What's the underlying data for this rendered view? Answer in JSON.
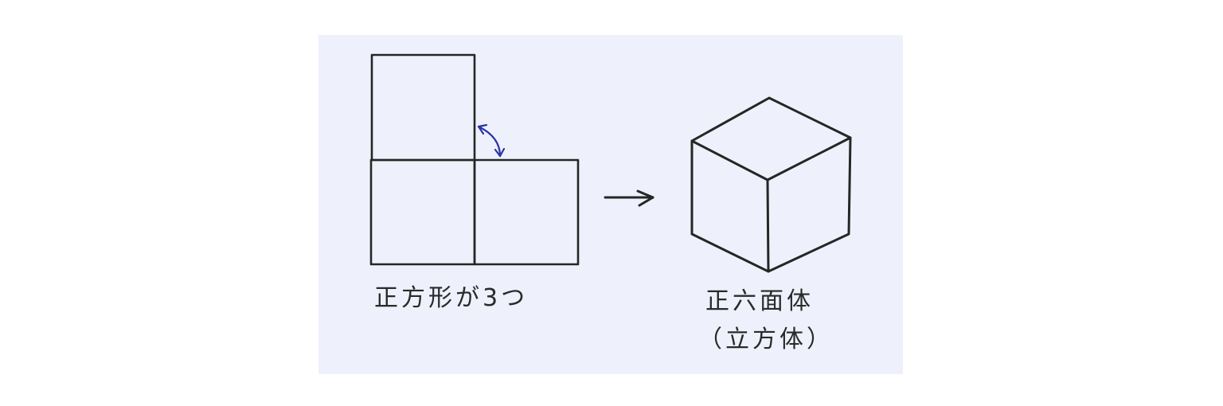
{
  "labels": {
    "net": "正方形が3つ",
    "cube_name": "正六面体",
    "cube_alt": "（立方体）"
  },
  "colors": {
    "background": "#eef1fb",
    "stroke": "#262626",
    "fold_arrow": "#2b35a8"
  }
}
